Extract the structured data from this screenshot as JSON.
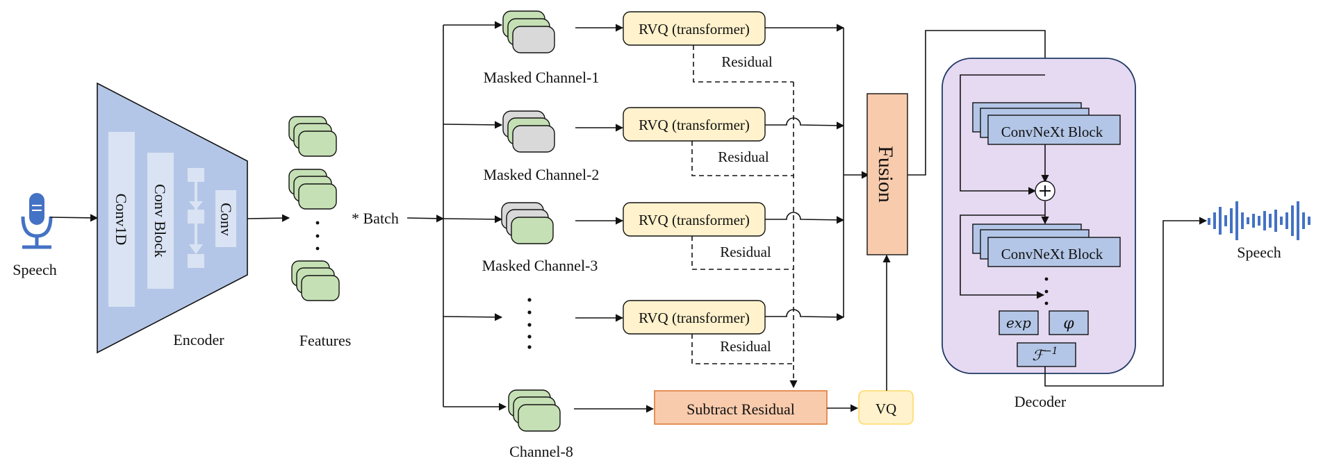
{
  "speech_in": {
    "label": "Speech"
  },
  "encoder": {
    "label": "Encoder",
    "layers": [
      "Conv1D",
      "Conv Block",
      "Conv"
    ]
  },
  "features": {
    "label": "Features"
  },
  "batch": {
    "label": "* Batch"
  },
  "channels": [
    {
      "label": "Masked Channel-1"
    },
    {
      "label": "Masked Channel-2"
    },
    {
      "label": "Masked Channel-3"
    },
    {
      "label": "Channel-8"
    }
  ],
  "rvq": {
    "label": "RVQ (transformer)",
    "residual_label": "Residual"
  },
  "subtract": {
    "label": "Subtract Residual"
  },
  "vq": {
    "label": "VQ"
  },
  "fusion": {
    "label": "Fusion"
  },
  "decoder": {
    "label": "Decoder",
    "block_label": "ConvNeXt Block",
    "exp_label": "exp",
    "phi_label": "φ",
    "ifft_base": "ℱ",
    "ifft_sup": "−1"
  },
  "speech_out": {
    "label": "Speech"
  },
  "colors": {
    "encoder_fill": "#b4c6e7",
    "feature_green": "#c5e0b4",
    "feature_gray": "#d9d9d9",
    "rvq_fill": "#fff2cc",
    "subtract_fill": "#f8cbad",
    "fusion_fill": "#f8cbad",
    "vq_fill": "#fff2cc",
    "decoder_fill": "#e6d9f2",
    "block_fill": "#b4c6e7",
    "mic_blue": "#4472c4"
  }
}
